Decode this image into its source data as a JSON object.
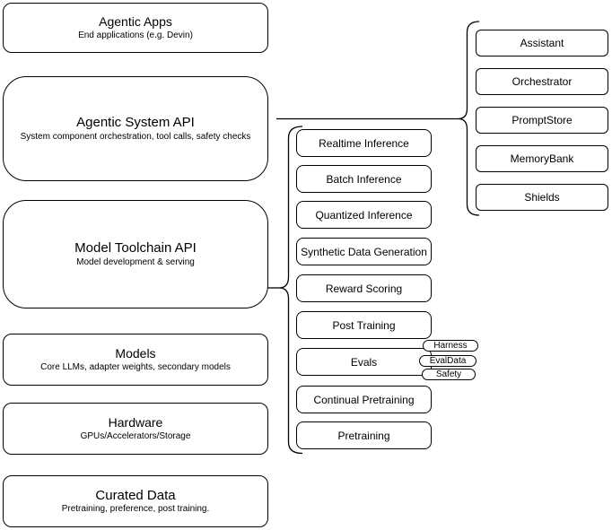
{
  "diagram": {
    "left_stack": [
      {
        "title": "Agentic Apps",
        "subtitle": "End applications (e.g. Devin)"
      },
      {
        "title": "Agentic System API",
        "subtitle": "System component orchestration, tool calls, safety checks"
      },
      {
        "title": "Model Toolchain API",
        "subtitle": "Model development & serving"
      },
      {
        "title": "Models",
        "subtitle": "Core LLMs, adapter weights, secondary models"
      },
      {
        "title": "Hardware",
        "subtitle": "GPUs/Accelerators/Storage"
      },
      {
        "title": "Curated Data",
        "subtitle": "Pretraining, preference, post training."
      }
    ],
    "toolchain_stack": [
      "Realtime Inference",
      "Batch Inference",
      "Quantized Inference",
      "Synthetic Data Generation",
      "Reward Scoring",
      "Post Training",
      "Evals",
      "Continual Pretraining",
      "Pretraining"
    ],
    "agentic_stack": [
      "Assistant",
      "Orchestrator",
      "PromptStore",
      "MemoryBank",
      "Shields"
    ],
    "eval_tags": [
      "Harness",
      "EvalData",
      "Safety"
    ],
    "colors": {
      "stroke": "#000000",
      "node_fill": "#ffffff",
      "background": "#ffffff"
    }
  }
}
